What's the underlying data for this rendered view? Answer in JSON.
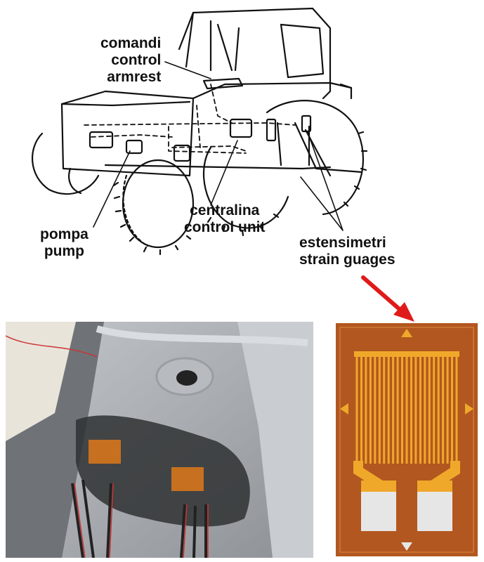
{
  "labels": {
    "controls": [
      "comandi",
      "control",
      "armrest"
    ],
    "control_unit": [
      "centralina",
      "control unit"
    ],
    "pump": [
      "pompa",
      "pump"
    ],
    "strain_gauges": [
      "estensimetri",
      "strain guages"
    ]
  },
  "colors": {
    "arrow": "#e01a1a",
    "gauge_backing": "#b2571f",
    "gauge_grid": "#f0a82a",
    "gauge_pad": "#e6e6e6",
    "photo_metal": "#a9adb2"
  },
  "icons": {
    "arrow": "red-pointer-arrow",
    "gauge": "foil-strain-gauge",
    "photo": "installed-strain-gauges-photo"
  }
}
